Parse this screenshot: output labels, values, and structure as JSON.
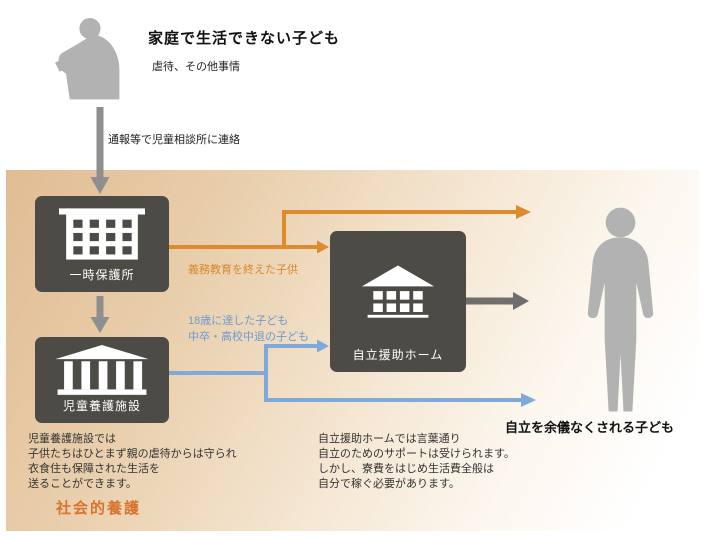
{
  "header": {
    "title": "家庭で生活できない子ども",
    "subtitle": "虐待、その他事情"
  },
  "flow": {
    "report_label": "通報等で児童相談所に連絡",
    "temporary_shelter_label": "一時保護所",
    "children_home_label": "児童養護施設",
    "independence_home_label": "自立援助ホーム",
    "orange_path_label": "義務教育を終えた子供",
    "blue_path_label": "18歳に達した子ども\n中卒・高校中退の子ども"
  },
  "notes": {
    "children_home_note": "児童養護施設では\n子供たちはひとまず親の虐待からは守られ\n衣食住も保障された生活を\n送ることができます。",
    "independence_home_note": "自立援助ホームでは言葉通り\n自立のためのサポートは受けられます。\nしかし、寮費をはじめ生活費全般は\n自分で稼ぐ必要があります。",
    "social_care_label": "社会的養護",
    "outcome_label": "自立を余儀なくされる子ども"
  },
  "icons": {
    "top_left": "sitting-child-silhouette",
    "right": "standing-youth-silhouette",
    "temporary_shelter": "flat-building-icon",
    "children_home": "pillared-facility-icon",
    "independence_home": "house-icon"
  },
  "colors": {
    "panel_gradient_start": "#e1bc93",
    "panel_gradient_end": "#ffffff",
    "facility_box": "#4d4b45",
    "accent_orange": "#dd8b2c",
    "accent_blue": "#7fa9d9",
    "arrow_gray": "#8f8f8f",
    "arrow_dark_gray": "#6e6e6e",
    "silhouette_gray": "#b2b2b2",
    "social_care_text": "#d8742b"
  }
}
